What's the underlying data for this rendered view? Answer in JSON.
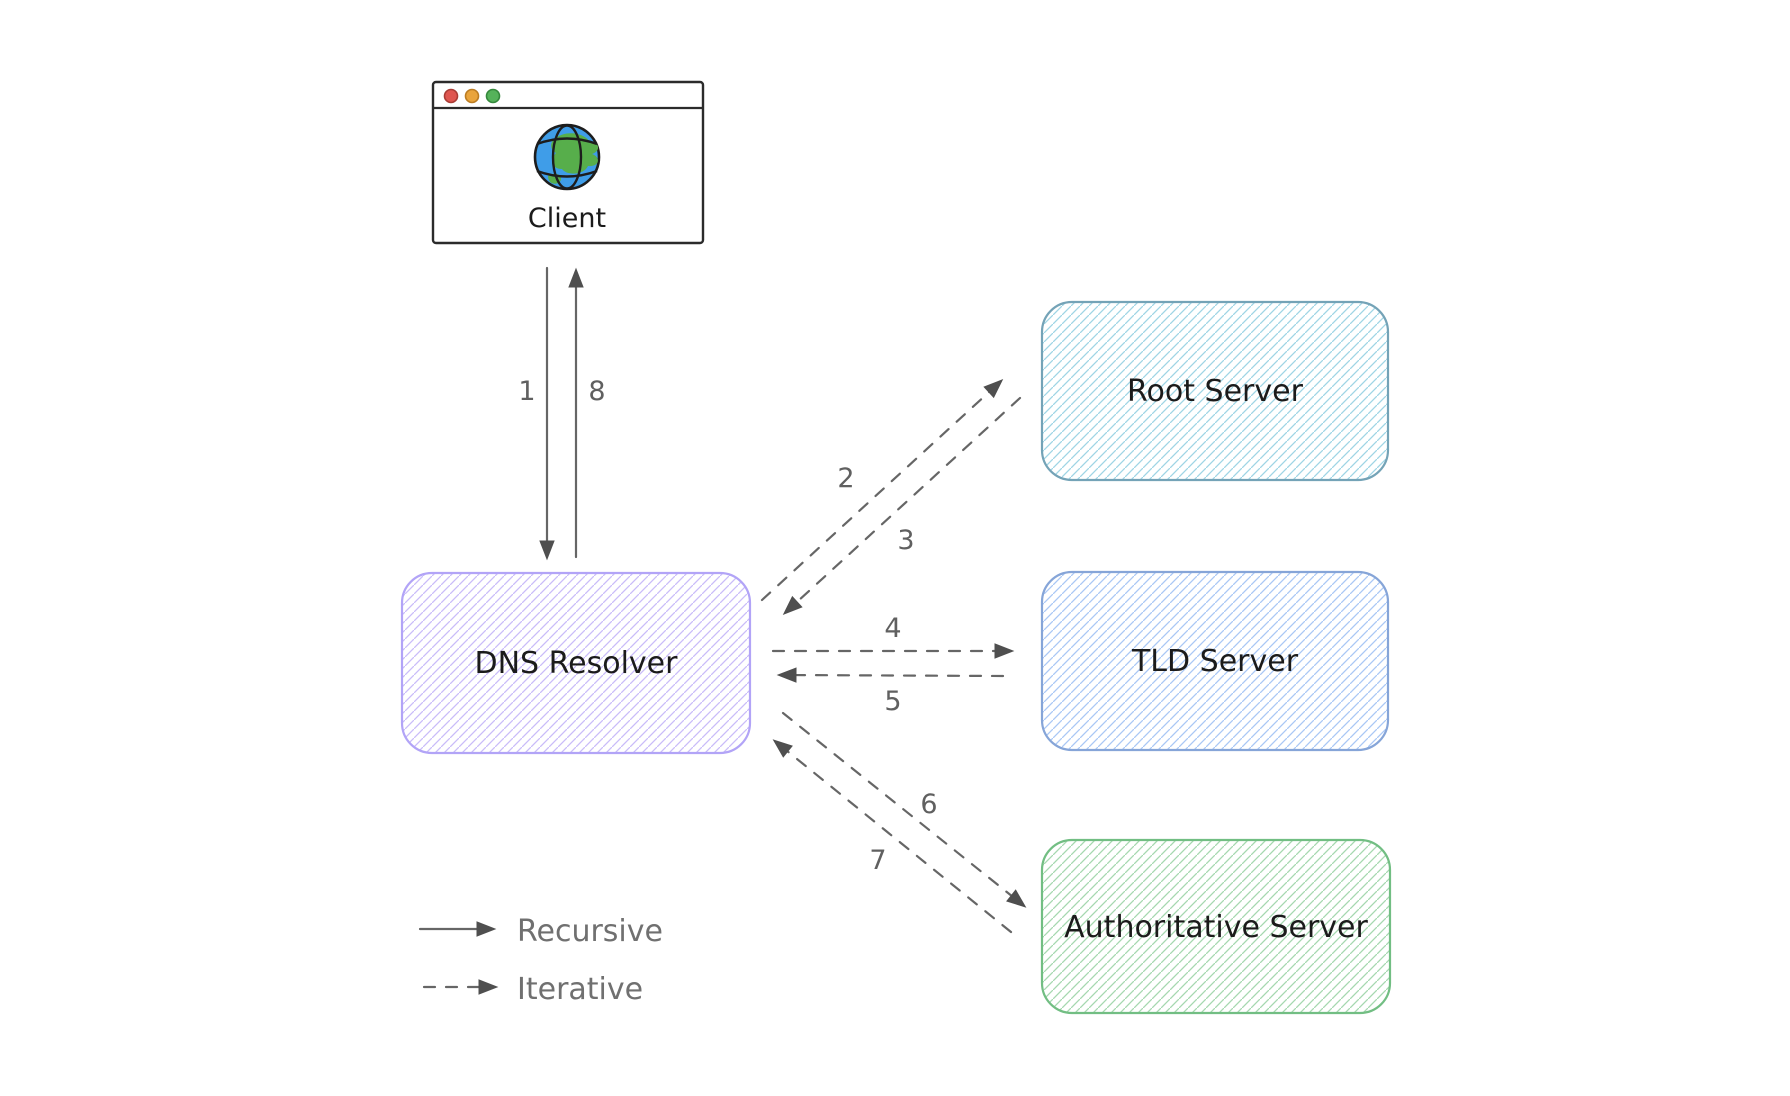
{
  "diagram": {
    "nodes": {
      "client": {
        "label": "Client"
      },
      "dns_resolver": {
        "label": "DNS Resolver"
      },
      "root_server": {
        "label": "Root Server"
      },
      "tld_server": {
        "label": "TLD Server"
      },
      "authoritative_server": {
        "label": "Authoritative Server"
      }
    },
    "edge_labels": {
      "e1": "1",
      "e2": "2",
      "e3": "3",
      "e4": "4",
      "e5": "5",
      "e6": "6",
      "e7": "7",
      "e8": "8"
    },
    "legend": {
      "recursive": "Recursive",
      "iterative": "Iterative"
    },
    "icons": {
      "globe": "globe-icon",
      "window_close": "window-close-icon",
      "window_minimize": "window-minimize-icon",
      "window_maximize": "window-maximize-icon"
    },
    "colors": {
      "client_border": "#2b2b2b",
      "traffic_red": "#df5650",
      "traffic_red_stroke": "#a93c35",
      "traffic_yellow": "#e9a43c",
      "traffic_yellow_stroke": "#bb7c22",
      "traffic_green": "#55b25a",
      "traffic_green_stroke": "#35883c",
      "globe_water": "#3f9de8",
      "globe_land": "#57ae4b",
      "globe_outline": "#1d1d1d",
      "resolver_border": "#b2a4f7",
      "resolver_hatch": "#c9bcf9",
      "root_border": "#74a3b7",
      "root_hatch": "#9fd5e5",
      "tld_border": "#86a5d8",
      "tld_hatch": "#aac8f5",
      "auth_border": "#72be83",
      "auth_hatch": "#a6d8b0",
      "arrow_stroke": "#666666",
      "arrowhead_fill": "#4f4f4f",
      "edge_number": "#606060",
      "node_label": "#1b1b1b",
      "legend_text": "#707070"
    }
  }
}
